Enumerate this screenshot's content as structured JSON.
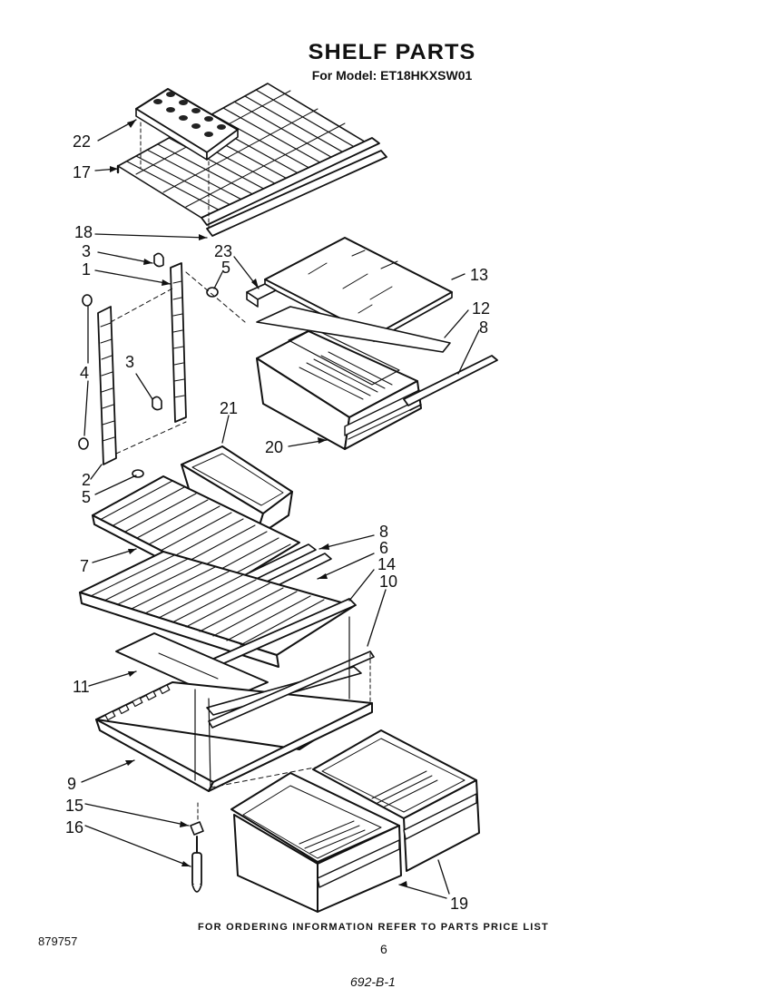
{
  "title": "SHELF PARTS",
  "subtitle": "For Model: ET18HKXSW01",
  "callouts": {
    "c22": "22",
    "c17": "17",
    "c18": "18",
    "c3a": "3",
    "c23": "23",
    "c5a": "5",
    "c1": "1",
    "c13": "13",
    "c12": "12",
    "c8a": "8",
    "c4": "4",
    "c3b": "3",
    "c21": "21",
    "c20": "20",
    "c2": "2",
    "c5b": "5",
    "c8b": "8",
    "c6": "6",
    "c7": "7",
    "c14": "14",
    "c10": "10",
    "c11": "11",
    "c9": "9",
    "c15": "15",
    "c16": "16",
    "c19": "19"
  },
  "footer": {
    "ordering_note": "FOR ORDERING INFORMATION REFER TO PARTS PRICE LIST",
    "doc_number": "879757",
    "page_number": "6",
    "handwritten_code": "692-B-1"
  }
}
